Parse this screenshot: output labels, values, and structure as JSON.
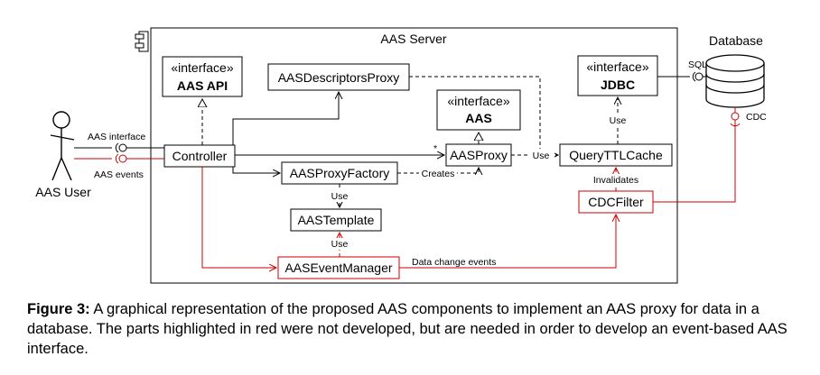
{
  "diagram": {
    "server_title": "AAS Server",
    "database_label": "Database",
    "actor_label": "AAS User",
    "components": {
      "aas_api": {
        "stereotype": "«interface»",
        "name": "AAS API"
      },
      "descriptors_proxy": {
        "name": "AASDescriptorsProxy"
      },
      "aas_interface": {
        "stereotype": "«interface»",
        "name": "AAS"
      },
      "jdbc": {
        "stereotype": "«interface»",
        "name": "JDBC"
      },
      "controller": {
        "name": "Controller"
      },
      "aas_proxy": {
        "name": "AASProxy"
      },
      "query_cache": {
        "name": "QueryTTLCache"
      },
      "proxy_factory": {
        "name": "AASProxyFactory"
      },
      "cdc_filter": {
        "name": "CDCFilter"
      },
      "template": {
        "name": "AASTemplate"
      },
      "event_manager": {
        "name": "AASEventManager"
      }
    },
    "labels": {
      "aas_interface_port": "AAS interface",
      "aas_events_port": "AAS events",
      "sql": "SQL",
      "cdc": "CDC",
      "use_jdbc": "Use",
      "use_cache": "Use",
      "creates": "Creates",
      "use_template": "Use",
      "use_event": "Use",
      "invalidates": "Invalidates",
      "data_change_events": "Data change events",
      "multiplicity": "*"
    },
    "colors": {
      "line": "#000000",
      "highlight": "#cc0000"
    }
  },
  "caption": {
    "label": "Figure 3:",
    "text": "A graphical representation of the proposed AAS components to implement an AAS proxy for data in a database. The parts highlighted in red were not developed, but are needed in order to develop an event-based AAS interface."
  }
}
